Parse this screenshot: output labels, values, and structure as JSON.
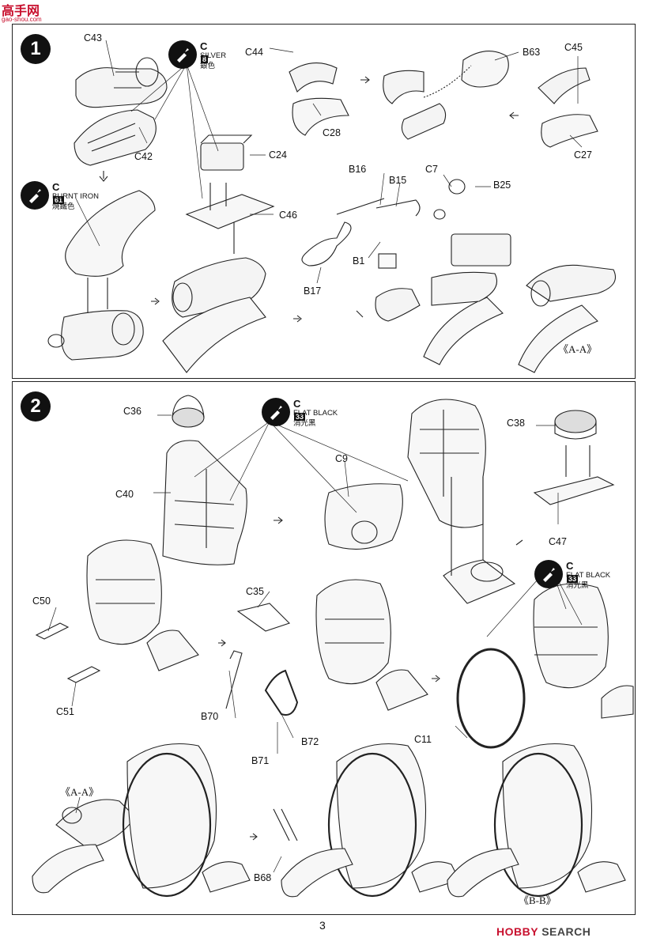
{
  "watermark": {
    "brand": "高手网",
    "site": "gao-shou.com",
    "bottom_mark": "HOBBY",
    "bottom_word": "SEARCH"
  },
  "page_number": "3",
  "step1": {
    "number": "1",
    "parts": [
      "C43",
      "C42",
      "C24",
      "C46",
      "C44",
      "C28",
      "B63",
      "C45",
      "C27",
      "B16",
      "B15",
      "C7",
      "B25",
      "B1",
      "B17"
    ],
    "sub_ref": "《A-A》",
    "paints": [
      {
        "code": "C",
        "num": "8",
        "name": "SILVER",
        "cn": "銀色"
      },
      {
        "code": "C",
        "num": "61",
        "name": "BURNT IRON",
        "cn": "焼鐵色"
      }
    ]
  },
  "step2": {
    "number": "2",
    "parts": [
      "C36",
      "C40",
      "C9",
      "C38",
      "C47",
      "C50",
      "C51",
      "C35",
      "B70",
      "B72",
      "B71",
      "C11",
      "B68"
    ],
    "sub_ref_a": "《A-A》",
    "sub_ref_b": "《B-B》",
    "paints": [
      {
        "code": "C",
        "num": "33",
        "name": "FLAT BLACK",
        "cn": "消光黑"
      },
      {
        "code": "C",
        "num": "33",
        "name": "FLAT BLACK",
        "cn": "消光黑"
      }
    ]
  }
}
